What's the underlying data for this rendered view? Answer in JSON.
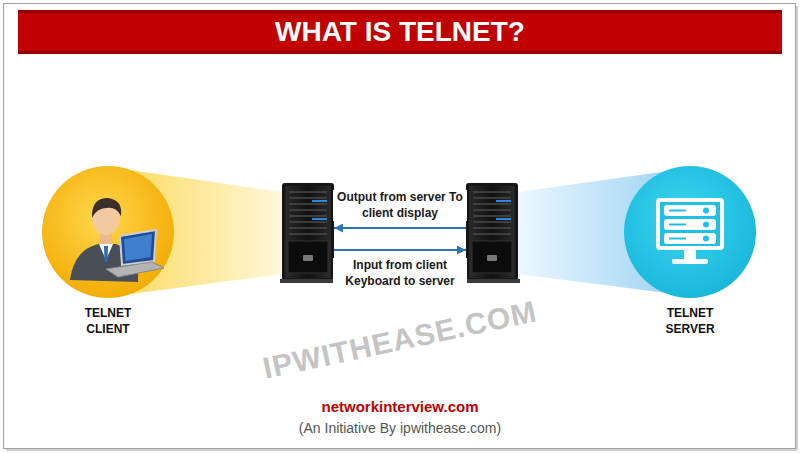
{
  "diagram": {
    "title": "WHAT IS TELNET?",
    "nodes": [
      {
        "text": [
          "TELNET CLIENT"
        ]
      },
      {
        "text": [
          "TELNET SERVER"
        ]
      }
    ],
    "edges": [
      {
        "from": 1,
        "to": 0,
        "arrow": "to",
        "label": "Output from server To client display"
      },
      {
        "from": 0,
        "to": 1,
        "arrow": "to",
        "label": "Input from client Keyboard to server"
      }
    ],
    "labels": [
      "IPWITHEASE.COM",
      "networkinterview.com",
      "(An Initiative By ipwithease.com)"
    ]
  }
}
